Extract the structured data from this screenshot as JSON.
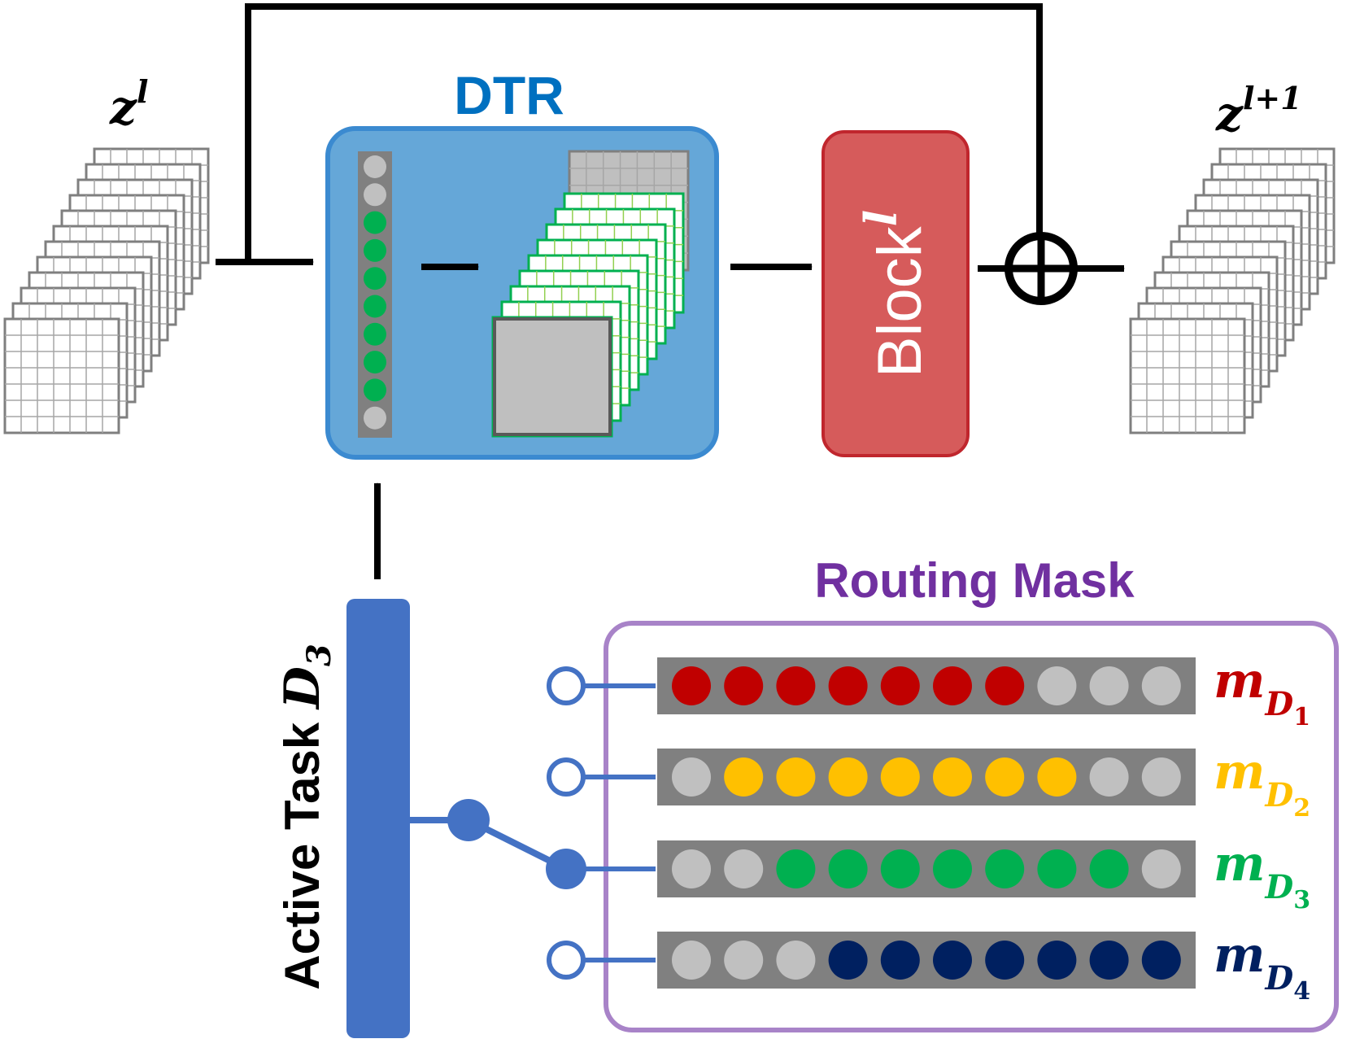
{
  "labels": {
    "input_feature": "z",
    "input_feature_sup": "l",
    "output_feature": "z",
    "output_feature_sup": "l+1",
    "dtr": "DTR",
    "block": "Block",
    "block_sup": "l",
    "routing_mask": "Routing Mask",
    "active_task": "Active Task ",
    "active_task_var": "D",
    "active_task_sub": "3"
  },
  "masks": [
    {
      "base": "m",
      "sub_var": "D",
      "sub_num": "1",
      "color": "#c00000",
      "cells": [
        1,
        1,
        1,
        1,
        1,
        1,
        1,
        0,
        0,
        0
      ],
      "selected": false
    },
    {
      "base": "m",
      "sub_var": "D",
      "sub_num": "2",
      "color": "#ffc000",
      "cells": [
        0,
        1,
        1,
        1,
        1,
        1,
        1,
        1,
        0,
        0
      ],
      "selected": false
    },
    {
      "base": "m",
      "sub_var": "D",
      "sub_num": "3",
      "color": "#00b050",
      "cells": [
        0,
        0,
        1,
        1,
        1,
        1,
        1,
        1,
        1,
        0
      ],
      "selected": true
    },
    {
      "base": "m",
      "sub_var": "D",
      "sub_num": "4",
      "color": "#002060",
      "cells": [
        0,
        0,
        0,
        1,
        1,
        1,
        1,
        1,
        1,
        1
      ],
      "selected": false
    }
  ],
  "dtr_vector": [
    0,
    0,
    1,
    1,
    1,
    1,
    1,
    1,
    1,
    0
  ],
  "colors": {
    "dtr_fill": "#65a7d8",
    "dtr_border": "#3b8ad0",
    "dtr_label": "#0070c0",
    "block_fill": "#d65b5b",
    "block_border": "#c0262d",
    "routing_label": "#7030a0",
    "routing_border": "#a883c8",
    "task_bar": "#4472c4",
    "inactive_cell": "#c0c0c0",
    "active_vector_cell": "#00b050",
    "selected_token_border": "#00b050",
    "pruned_token_fill": "#bfbfbf"
  },
  "icons": [
    "arrow-icon",
    "residual-add-icon",
    "switch-icon"
  ]
}
